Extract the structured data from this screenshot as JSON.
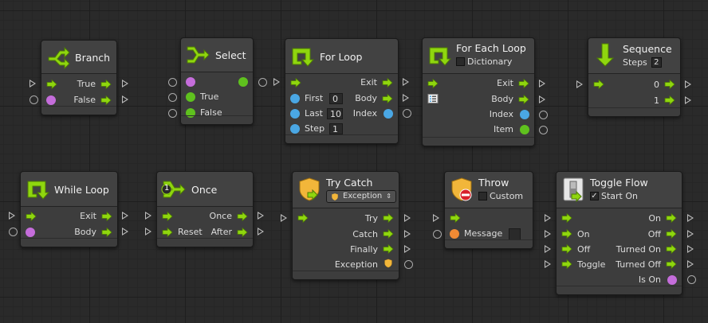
{
  "colors": {
    "flow": "#8fd60e",
    "purple": "#c56ddb",
    "blue": "#4aa7e4",
    "green": "#5fc11e",
    "orange": "#f08a34",
    "gold": "#f2b63a"
  },
  "branch": {
    "title": "Branch",
    "true": "True",
    "false": "False"
  },
  "select": {
    "title": "Select",
    "true": "True",
    "false": "False"
  },
  "forloop": {
    "title": "For Loop",
    "exit": "Exit",
    "body": "Body",
    "index": "Index",
    "first": "First",
    "last": "Last",
    "step": "Step",
    "first_val": "0",
    "last_val": "10",
    "step_val": "1"
  },
  "foreach": {
    "title": "For Each Loop",
    "dictionary": "Dictionary",
    "exit": "Exit",
    "body": "Body",
    "index": "Index",
    "item": "Item"
  },
  "sequence": {
    "title": "Sequence",
    "steps": "Steps",
    "steps_val": "2",
    "out0": "0",
    "out1": "1"
  },
  "whileloop": {
    "title": "While Loop",
    "exit": "Exit",
    "body": "Body"
  },
  "once": {
    "title": "Once",
    "once": "Once",
    "after": "After",
    "reset": "Reset",
    "badge": "1"
  },
  "trycatch": {
    "title": "Try Catch",
    "exception_type": "Exception",
    "try": "Try",
    "catch": "Catch",
    "finally": "Finally",
    "exception": "Exception"
  },
  "throw": {
    "title": "Throw",
    "custom": "Custom",
    "message": "Message"
  },
  "toggle": {
    "title": "Toggle Flow",
    "start_on": "Start On",
    "start_on_mark": "✓",
    "on": "On",
    "off": "Off",
    "toggle": "Toggle",
    "turned_on": "Turned On",
    "turned_off": "Turned Off",
    "is_on": "Is On"
  }
}
